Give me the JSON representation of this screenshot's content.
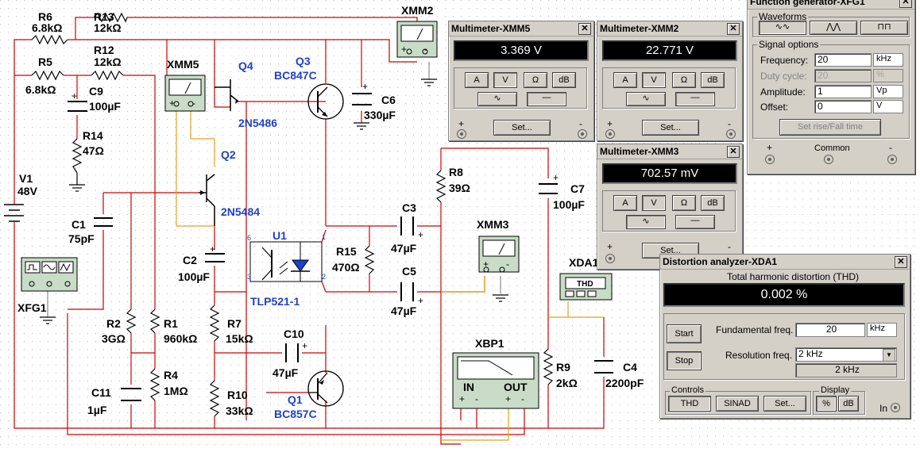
{
  "components": {
    "r6": {
      "ref": "R6",
      "value": "6.8kΩ"
    },
    "r13": {
      "ref": "R13",
      "value": "12kΩ"
    },
    "r12": {
      "ref": "R12",
      "value": "12kΩ"
    },
    "r5": {
      "ref": "R5",
      "value": "6.8kΩ"
    },
    "c9": {
      "ref": "C9",
      "value": "100µF"
    },
    "r14": {
      "ref": "R14",
      "value": "47Ω"
    },
    "v1": {
      "ref": "V1",
      "value": "48V"
    },
    "c1": {
      "ref": "C1",
      "value": "75pF"
    },
    "xfg1": {
      "ref": "XFG1"
    },
    "r2": {
      "ref": "R2",
      "value": "3GΩ"
    },
    "r1": {
      "ref": "R1",
      "value": "960kΩ"
    },
    "r4": {
      "ref": "R4",
      "value": "1MΩ"
    },
    "c11": {
      "ref": "C11",
      "value": "1µF"
    },
    "xmm5": {
      "ref": "XMM5"
    },
    "q4": {
      "ref": "Q4",
      "model": "2N5486"
    },
    "q2": {
      "ref": "Q2",
      "model": "2N5484"
    },
    "q3": {
      "ref": "Q3",
      "model": "BC847C"
    },
    "c6": {
      "ref": "C6",
      "value": "330µF"
    },
    "xmm2": {
      "ref": "XMM2"
    },
    "c2": {
      "ref": "C2",
      "value": "100µF"
    },
    "u1": {
      "ref": "U1",
      "model": "TLP521-1"
    },
    "r15": {
      "ref": "R15",
      "value": "470Ω"
    },
    "r7": {
      "ref": "R7",
      "value": "15kΩ"
    },
    "c10": {
      "ref": "C10",
      "value": "47µF"
    },
    "r10": {
      "ref": "R10",
      "value": "33kΩ"
    },
    "q1": {
      "ref": "Q1",
      "model": "BC857C"
    },
    "c3": {
      "ref": "C3",
      "value": "47µF"
    },
    "c5": {
      "ref": "C5",
      "value": "47µF"
    },
    "r8": {
      "ref": "R8",
      "value": "39Ω"
    },
    "xmm3": {
      "ref": "XMM3"
    },
    "c7": {
      "ref": "C7",
      "value": "100µF"
    },
    "xda1": {
      "ref": "XDA1",
      "display": "THD"
    },
    "r9": {
      "ref": "R9",
      "value": "2kΩ"
    },
    "c4": {
      "ref": "C4",
      "value": "2200pF"
    },
    "xbp1": {
      "ref": "XBP1",
      "in_label": "IN",
      "out_label": "OUT"
    }
  },
  "multimeters": [
    {
      "title": "Multimeter-XMM5",
      "reading": "3.369 V"
    },
    {
      "title": "Multimeter-XMM2",
      "reading": "22.771 V"
    },
    {
      "title": "Multimeter-XMM3",
      "reading": "702.57 mV"
    }
  ],
  "multimeter_common": {
    "btn_a": "A",
    "btn_v": "V",
    "btn_ohm": "Ω",
    "btn_db": "dB",
    "set_label": "Set...",
    "plus": "+",
    "minus": "-"
  },
  "function_generator": {
    "title": "Function generator-XFG1",
    "waveforms_label": "Waveforms",
    "signal_options_label": "Signal options",
    "frequency_label": "Frequency:",
    "frequency_value": "20",
    "frequency_unit": "kHz",
    "duty_label": "Duty cycle:",
    "duty_value": "20",
    "duty_unit": "%",
    "amplitude_label": "Amplitude:",
    "amplitude_value": "1",
    "amplitude_unit": "Vp",
    "offset_label": "Offset:",
    "offset_value": "0",
    "offset_unit": "V",
    "set_rise_fall": "Set rise/Fall time",
    "common_label": "Common",
    "plus": "+",
    "minus": "-"
  },
  "distortion_analyzer": {
    "title": "Distortion analyzer-XDA1",
    "thd_header": "Total harmonic distortion (THD)",
    "reading": "0.002 %",
    "start_label": "Start",
    "stop_label": "Stop",
    "fund_freq_label": "Fundamental freq.",
    "fund_freq_value": "20",
    "fund_freq_unit": "kHz",
    "res_freq_label": "Resolution freq.",
    "res_freq_value": "2 kHz",
    "res_freq_readout": "2 kHz",
    "controls_label": "Controls",
    "thd_btn": "THD",
    "sinad_btn": "SINAD",
    "set_btn": "Set...",
    "display_label": "Display",
    "pct_btn": "%",
    "db_btn": "dB",
    "in_label": "In"
  },
  "colors": {
    "wire_red": "#d00000",
    "wire_orange": "#e8a020",
    "wire_gray": "#8c8c8c",
    "label_blue": "#1f3fcf"
  }
}
